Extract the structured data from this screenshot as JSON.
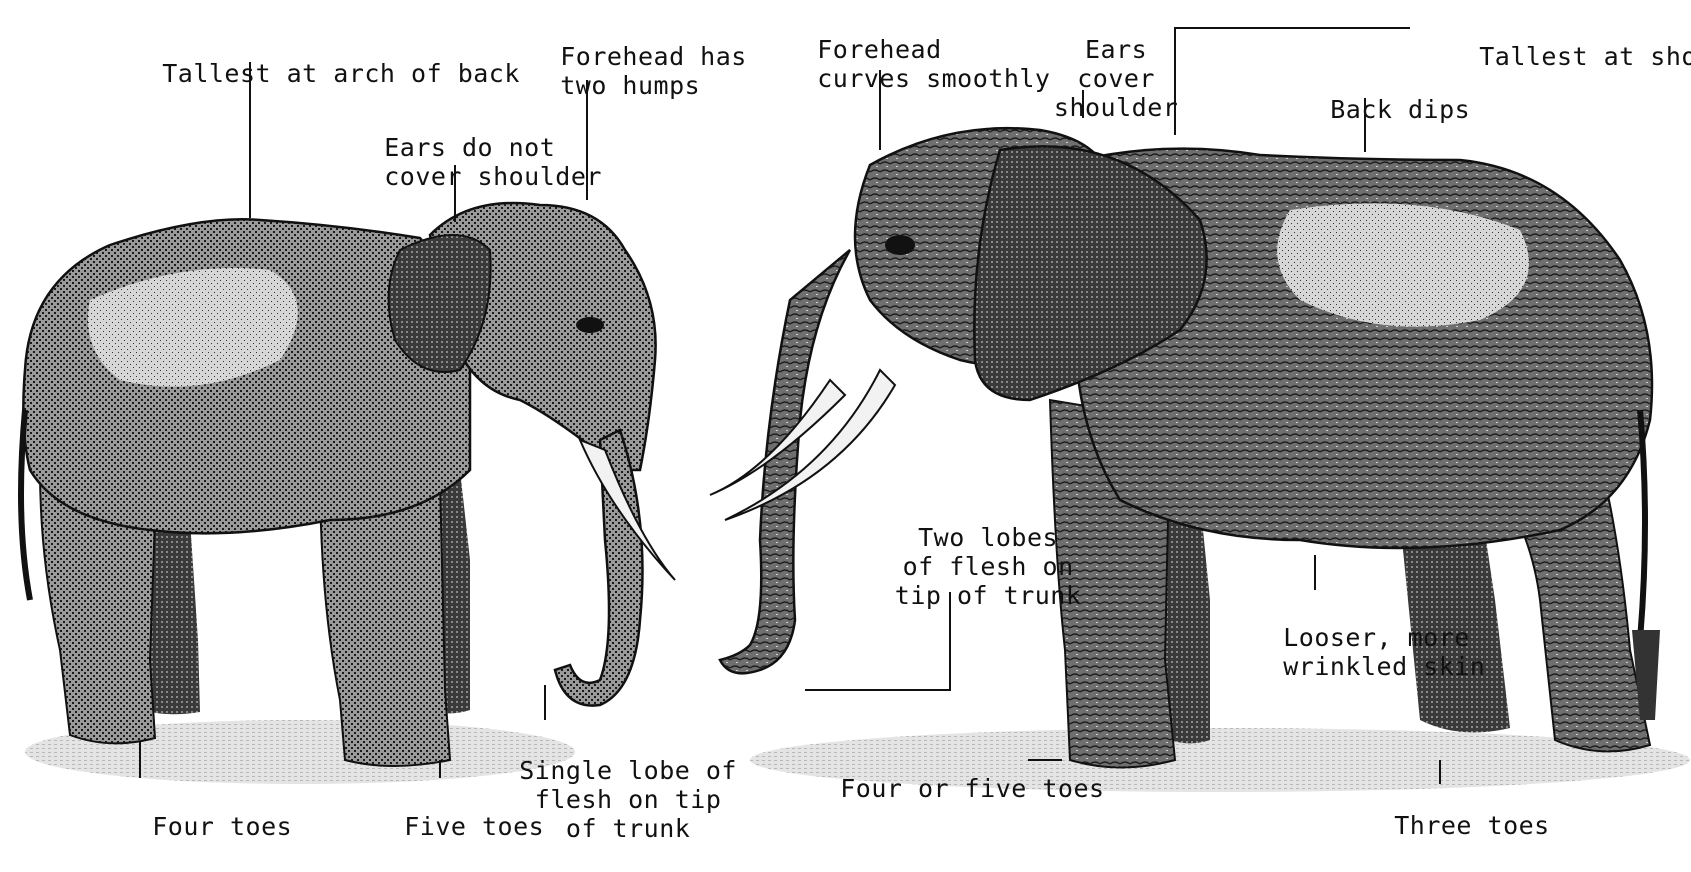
{
  "colors": {
    "background": "#ffffff",
    "ink": "#111111",
    "skin_dark": "#2a2a2a",
    "skin_mid": "#7a7a7a",
    "skin_light": "#c4c4c4",
    "tusk": "#f2f2f2",
    "ground_shadow": "#cfcfcf"
  },
  "asian_elephant": {
    "image": "asian-elephant-illustration",
    "labels": {
      "tallest_arch": [
        "Tallest at arch of back"
      ],
      "forehead_humps": [
        "Forehead has",
        "two humps"
      ],
      "ears_not_cover": [
        "Ears do not",
        "cover shoulder"
      ],
      "four_toes": [
        "Four toes"
      ],
      "five_toes": [
        "Five toes"
      ],
      "single_lobe": [
        "Single lobe of",
        "flesh on tip",
        "of trunk"
      ]
    }
  },
  "african_elephant": {
    "image": "african-elephant-illustration",
    "labels": {
      "forehead_smooth": [
        "Forehead",
        "curves smoothly"
      ],
      "ears_cover": [
        "Ears",
        "cover",
        "shoulder"
      ],
      "tallest_shoulder": [
        "Tallest at shoulder"
      ],
      "back_dips": [
        "Back dips"
      ],
      "two_lobes": [
        "Two lobes",
        "of flesh on",
        "tip of trunk"
      ],
      "looser_skin": [
        "Looser, more",
        "wrinkled skin"
      ],
      "four_five_toes": [
        "Four or five toes"
      ],
      "three_toes": [
        "Three toes"
      ]
    }
  }
}
